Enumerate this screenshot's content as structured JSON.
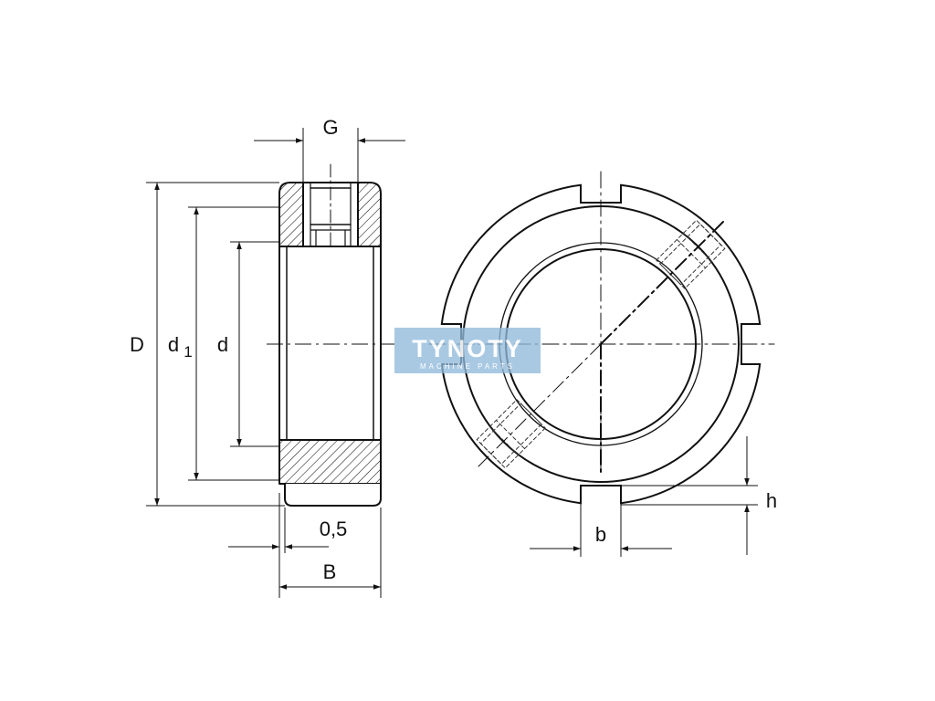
{
  "labels": {
    "G": "G",
    "D": "D",
    "d1_main": "d",
    "d1_sub": "1",
    "d": "d",
    "offset": "0,5",
    "B": "B",
    "b": "b",
    "h": "h"
  },
  "watermark": {
    "main": "TYNOTY",
    "sub": "MACHINE PARTS",
    "color": "#8fb8da"
  },
  "colors": {
    "line": "#111111",
    "hidden": "#333333",
    "background": "#ffffff"
  }
}
